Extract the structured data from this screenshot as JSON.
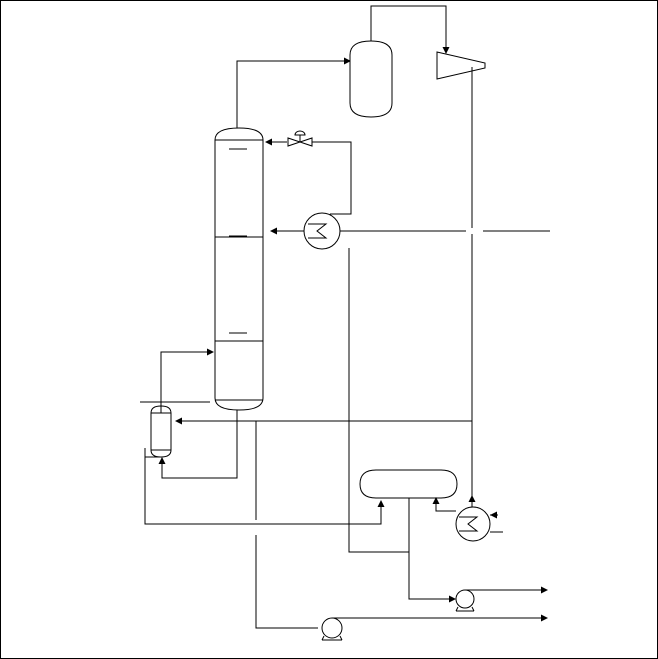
{
  "diagram": {
    "type": "process-flow-diagram",
    "colors": {
      "line": "#000000",
      "background": "#ffffff"
    },
    "equipment": [
      "distillation-column",
      "overhead-drum",
      "compressor",
      "condenser-heat-exchanger",
      "control-valve",
      "reboiler",
      "horizontal-separator-drum",
      "preheater-heat-exchanger",
      "pump",
      "bottoms-pump"
    ]
  }
}
